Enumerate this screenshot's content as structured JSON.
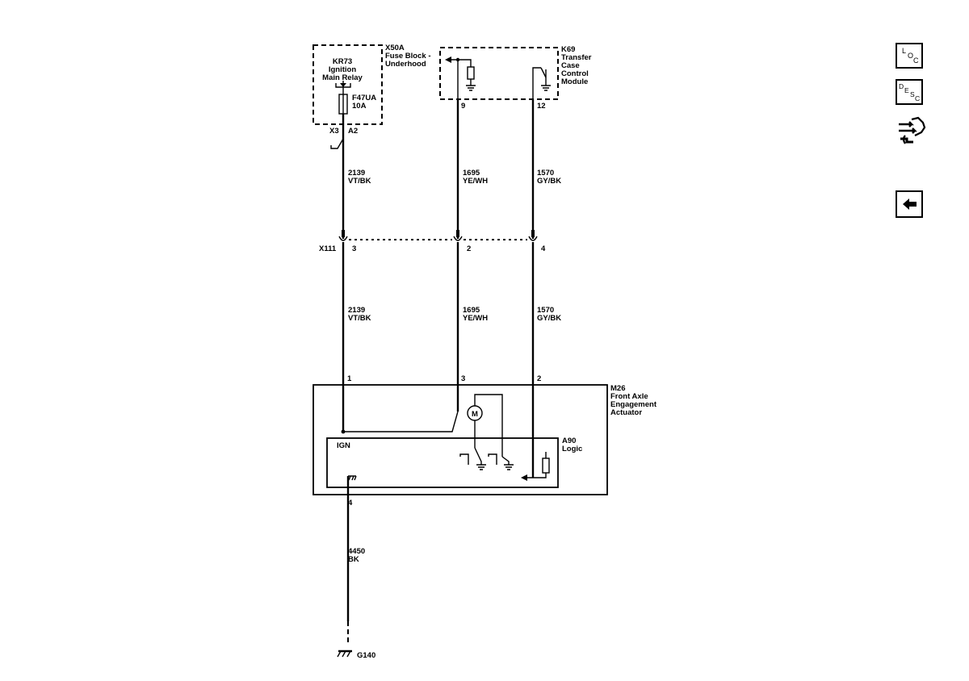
{
  "components": {
    "x50a": {
      "ref": "X50A",
      "name_lines": [
        "Fuse Block -",
        "Underhood"
      ]
    },
    "kr73": {
      "lines": [
        "KR73",
        "Ignition",
        "Main Relay"
      ]
    },
    "f47ua": {
      "lines": [
        "F47UA",
        "10A"
      ]
    },
    "x3": {
      "ref": "X3",
      "pin": "A2"
    },
    "k69": {
      "ref": "K69",
      "name_lines": [
        "Transfer",
        "Case",
        "Control",
        "Module"
      ],
      "pins": [
        "9",
        "12"
      ]
    },
    "x111": {
      "ref": "X111",
      "pins": [
        "3",
        "2",
        "4"
      ]
    },
    "m26": {
      "ref": "M26",
      "name_lines": [
        "Front Axle",
        "Engagement",
        "Actuator"
      ],
      "pins": [
        "1",
        "3",
        "2",
        "4"
      ]
    },
    "a90": {
      "ref": "A90",
      "name": "Logic",
      "ign_label": "IGN"
    },
    "motor": {
      "symbol": "M"
    },
    "g140": {
      "ref": "G140"
    }
  },
  "wires": {
    "w2139_upper": {
      "circuit": "2139",
      "color": "VT/BK"
    },
    "w1695_upper": {
      "circuit": "1695",
      "color": "YE/WH"
    },
    "w1570_upper": {
      "circuit": "1570",
      "color": "GY/BK"
    },
    "w2139_lower": {
      "circuit": "2139",
      "color": "VT/BK"
    },
    "w1695_lower": {
      "circuit": "1695",
      "color": "YE/WH"
    },
    "w1570_lower": {
      "circuit": "1570",
      "color": "GY/BK"
    },
    "w4450": {
      "circuit": "4450",
      "color": "BK"
    }
  },
  "nav": {
    "loc": {
      "letters": [
        "L",
        "O",
        "C"
      ]
    },
    "desc": {
      "letters": [
        "D",
        "E",
        "S",
        "C"
      ]
    },
    "connector_icon": "connector-end-view-icon",
    "back_icon": "back-arrow-icon"
  }
}
